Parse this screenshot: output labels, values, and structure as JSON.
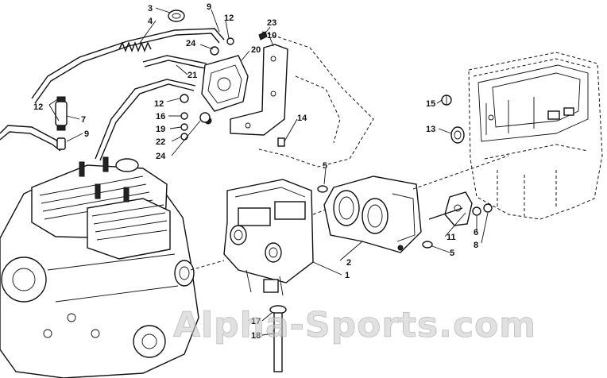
{
  "watermark": "Alpha-Sports.com",
  "callouts": {
    "c3": "3",
    "c4": "4",
    "c9a": "9",
    "c12a": "12",
    "c23": "23",
    "c10": "10",
    "c24a": "24",
    "c20": "20",
    "c21": "21",
    "c12b": "12",
    "c7": "7",
    "c9b": "9",
    "c12c": "12",
    "c16": "16",
    "c19": "19",
    "c22": "22",
    "c24b": "24",
    "c14": "14",
    "c15": "15",
    "c13": "13",
    "c5a": "5",
    "c11": "11",
    "c6": "6",
    "c8": "8",
    "c5b": "5",
    "c2": "2",
    "c1": "1",
    "c17": "17",
    "c18": "18"
  }
}
